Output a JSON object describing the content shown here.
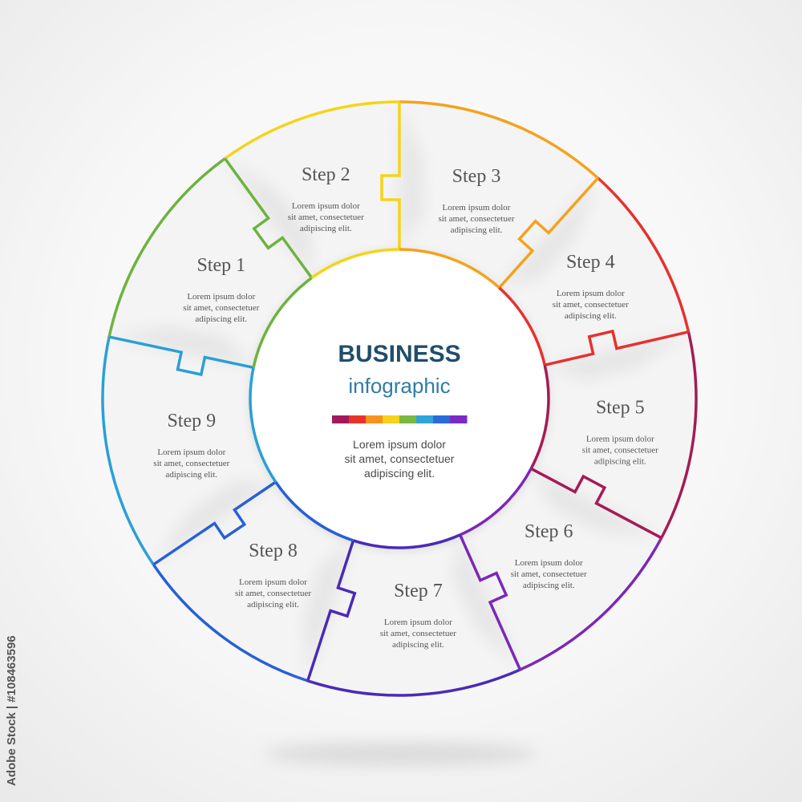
{
  "center": {
    "title": "BUSINESS",
    "subtitle": "infographic",
    "text_lines": [
      "Lorem ipsum dolor",
      "sit amet, consectetuer",
      "adipiscing elit."
    ],
    "color_bar": [
      "#a3185d",
      "#e8332d",
      "#f5941d",
      "#f6d21c",
      "#7ab940",
      "#2ea4d8",
      "#2b6ad9",
      "#7b2bc4"
    ]
  },
  "steps": [
    {
      "label": "Step 1",
      "text_lines": [
        "Lorem ipsum dolor",
        "sit amet, consectetuer",
        "adipiscing elit."
      ],
      "color": "#6cb33f"
    },
    {
      "label": "Step 2",
      "text_lines": [
        "Lorem ipsum dolor",
        "sit amet, consectetuer",
        "adipiscing elit."
      ],
      "color": "#f5d418"
    },
    {
      "label": "Step 3",
      "text_lines": [
        "Lorem ipsum dolor",
        "sit amet, consectetuer",
        "adipiscing elit."
      ],
      "color": "#f4a21d"
    },
    {
      "label": "Step 4",
      "text_lines": [
        "Lorem ipsum dolor",
        "sit amet, consectetuer",
        "adipiscing elit."
      ],
      "color": "#e6312d"
    },
    {
      "label": "Step 5",
      "text_lines": [
        "Lorem ipsum dolor",
        "sit amet, consectetuer",
        "adipiscing elit."
      ],
      "color": "#a41b55"
    },
    {
      "label": "Step 6",
      "text_lines": [
        "Lorem ipsum dolor",
        "sit amet, consectetuer",
        "adipiscing elit."
      ],
      "color": "#7a28b8"
    },
    {
      "label": "Step 7",
      "text_lines": [
        "Lorem ipsum dolor",
        "sit amet, consectetuer",
        "adipiscing elit."
      ],
      "color": "#4a2ab8"
    },
    {
      "label": "Step 8",
      "text_lines": [
        "Lorem ipsum dolor",
        "sit amet, consectetuer",
        "adipiscing elit."
      ],
      "color": "#2660d8"
    },
    {
      "label": "Step 9",
      "text_lines": [
        "Lorem ipsum dolor",
        "sit amet, consectetuer",
        "adipiscing elit."
      ],
      "color": "#2a9fd6"
    }
  ],
  "side_id": "Adobe Stock | #108463596"
}
